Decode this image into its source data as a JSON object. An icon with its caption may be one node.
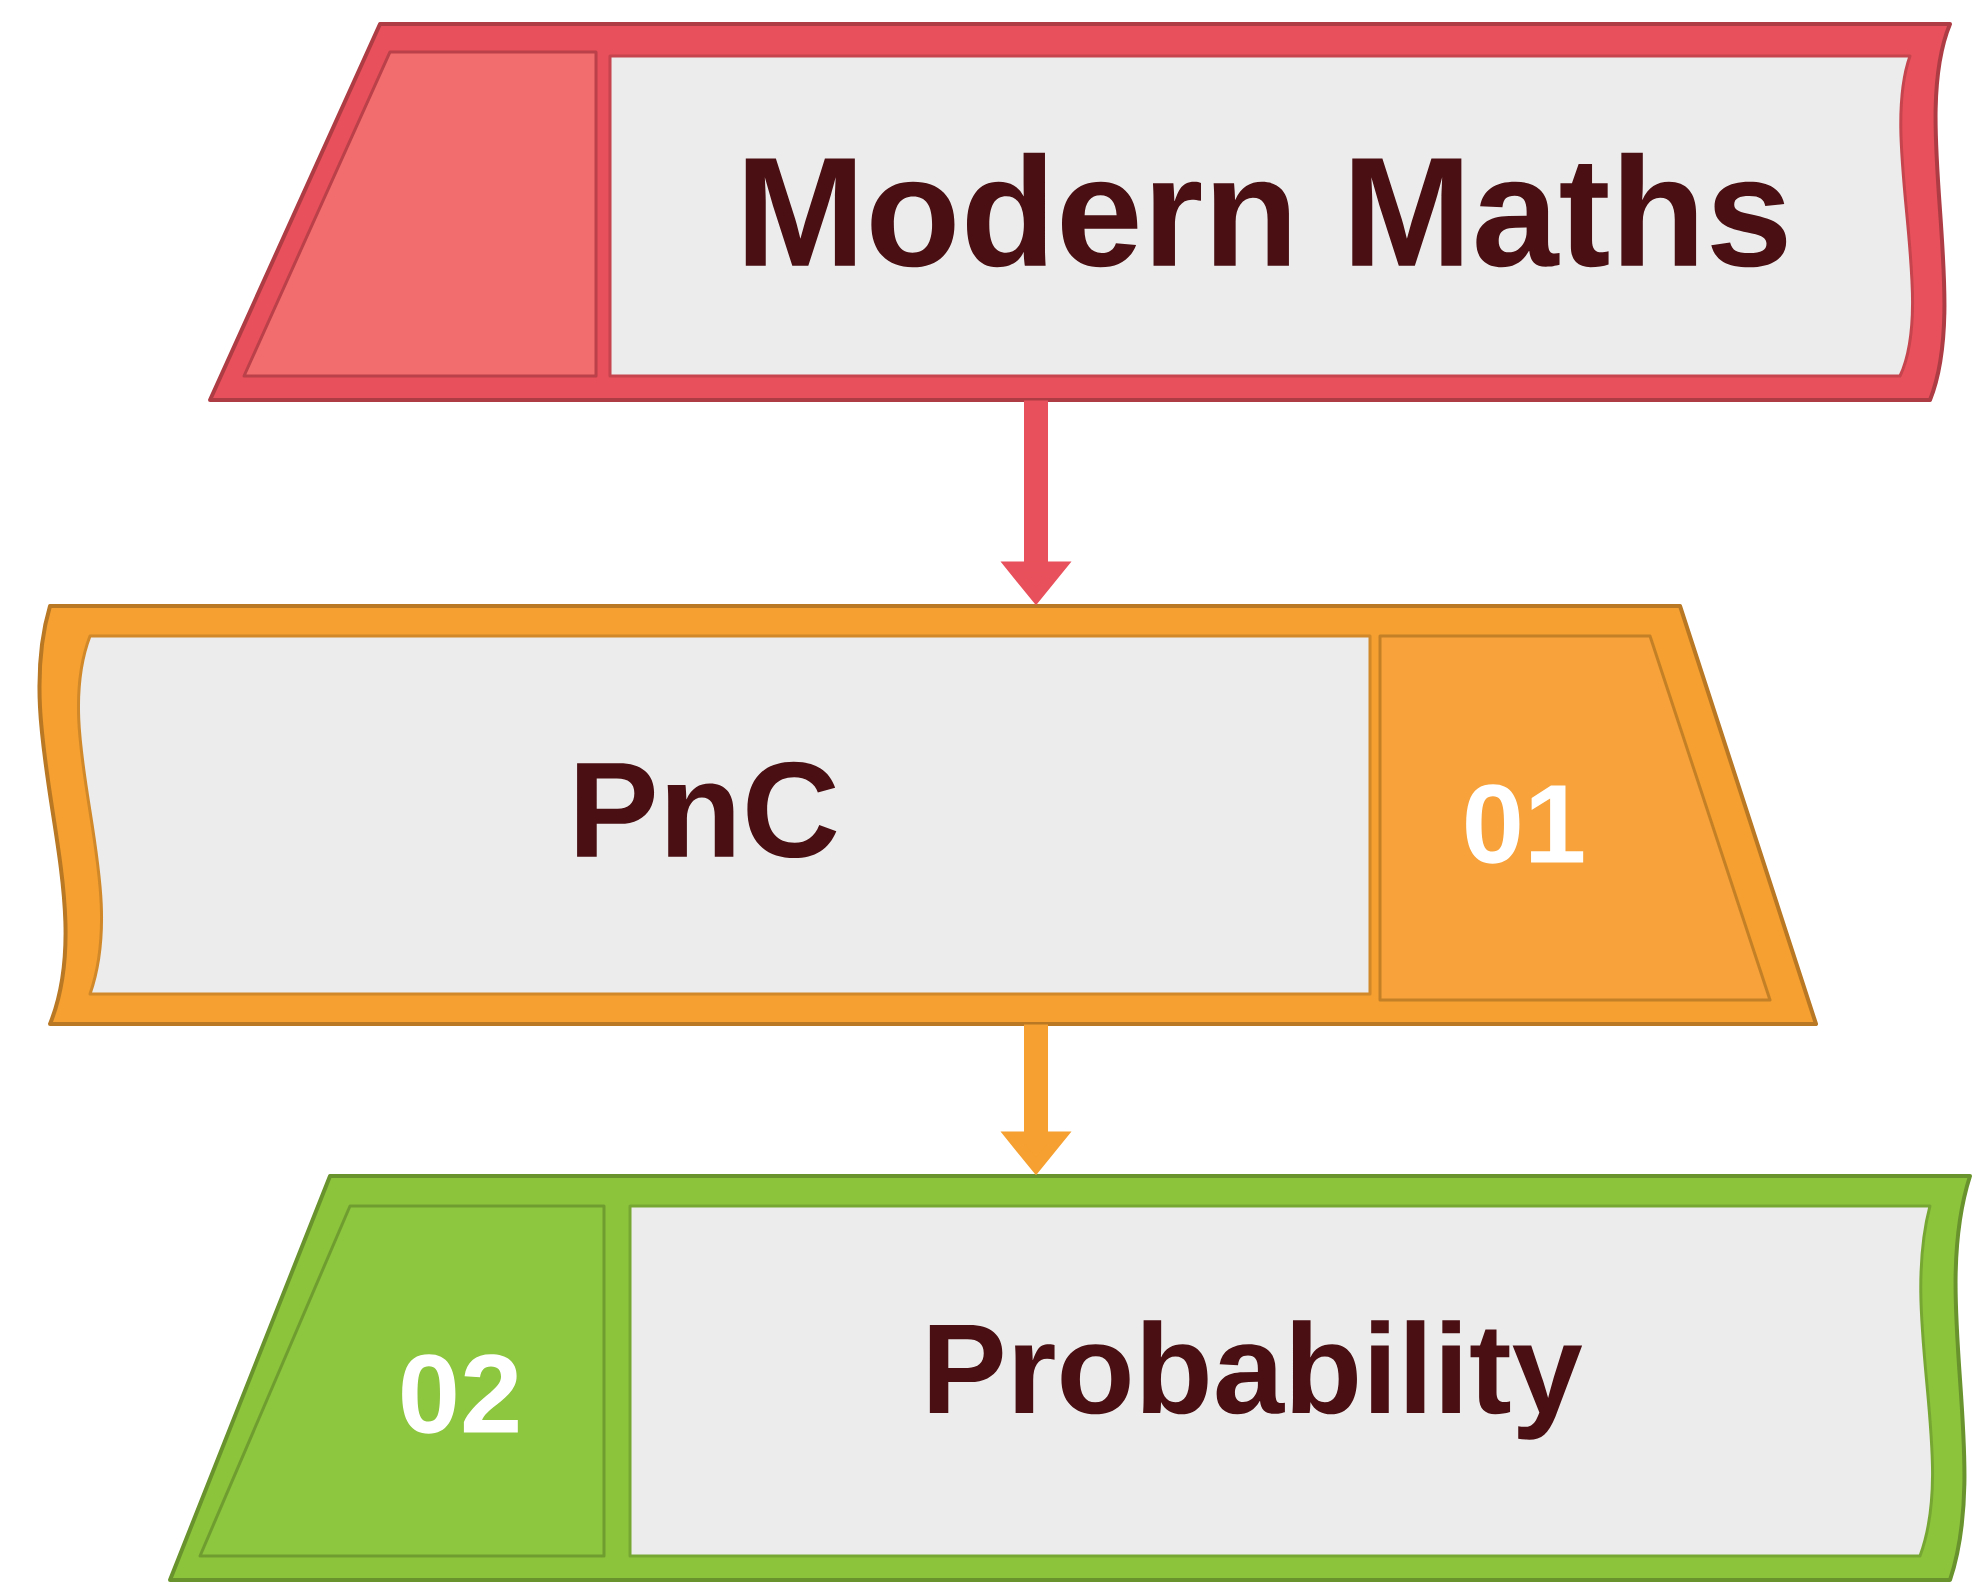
{
  "diagram": {
    "nodes": [
      {
        "text": [
          "Modern Maths"
        ]
      },
      {
        "text": [
          "PnC",
          "01"
        ]
      },
      {
        "text": [
          "02",
          "Probability"
        ]
      }
    ],
    "edges": [
      {
        "from": 0,
        "to": 1,
        "arrow": "to",
        "color": "#e8505b"
      },
      {
        "from": 1,
        "to": 2,
        "arrow": "to",
        "color": "#f5a030"
      }
    ]
  }
}
